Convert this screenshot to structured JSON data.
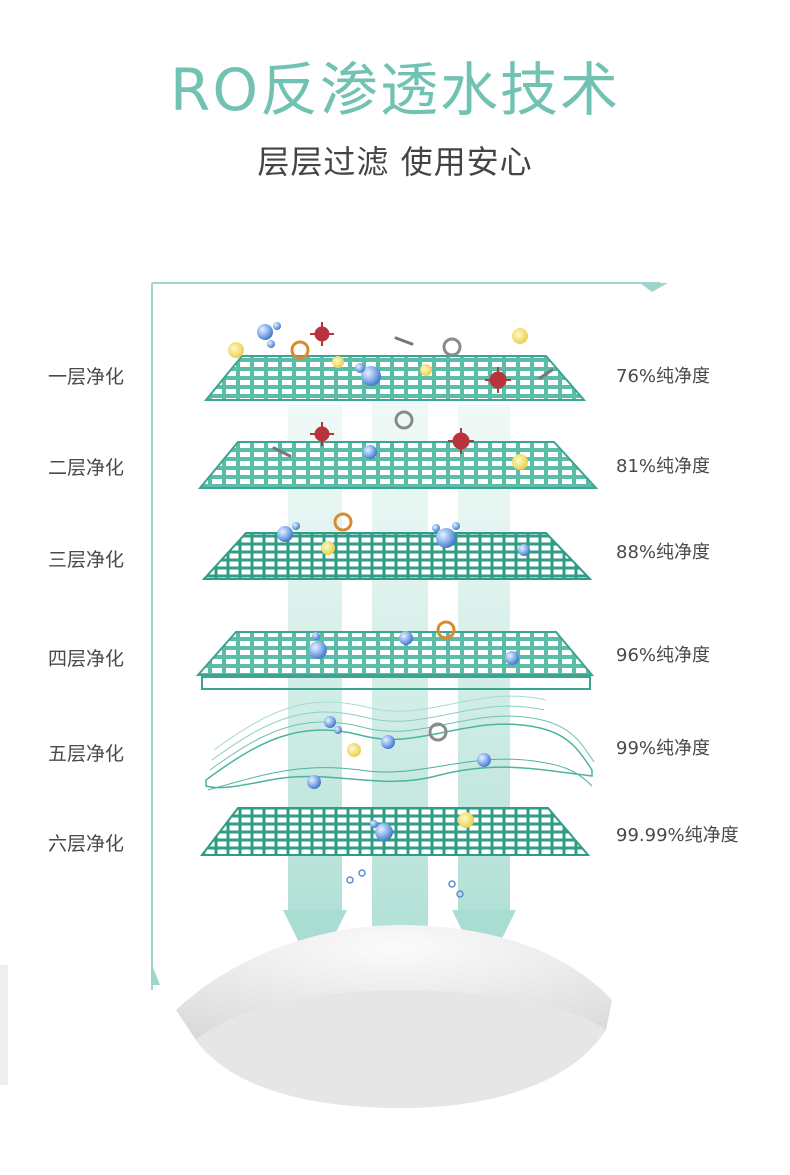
{
  "header": {
    "title": "RO反渗透水技术",
    "subtitle": "层层过滤 使用安心"
  },
  "layers": [
    {
      "label": "一层净化",
      "purity": "76%纯净度"
    },
    {
      "label": "二层净化",
      "purity": "81%纯净度"
    },
    {
      "label": "三层净化",
      "purity": "88%纯净度"
    },
    {
      "label": "四层净化",
      "purity": "96%纯净度"
    },
    {
      "label": "五层净化",
      "purity": "99%纯净度"
    },
    {
      "label": "六层净化",
      "purity": "99.99%纯净度"
    }
  ],
  "colors": {
    "title": "#72c2b4",
    "mesh_dark": "#2f9c86",
    "mesh_light": "#55b8a5",
    "arrow": "#c7e9e2",
    "frame": "#9fd6cb",
    "contaminant_red": "#b8343c",
    "contaminant_orange": "#d98a2f",
    "contaminant_gray": "#8a8a8a",
    "bubble_blue": "#5b8fd9",
    "dot_yellow": "#f2d84a"
  }
}
